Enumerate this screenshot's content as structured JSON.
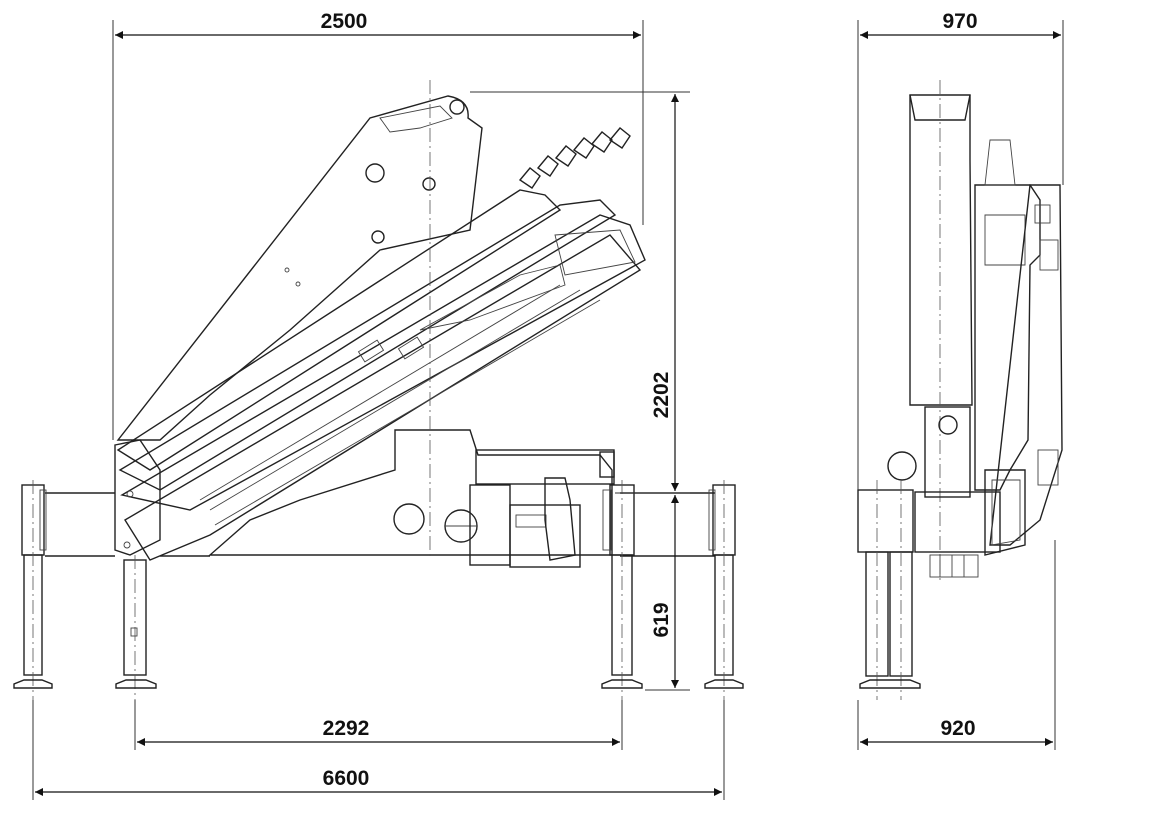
{
  "drawing": {
    "side_view": {
      "dim_overall_width": "2500",
      "dim_height_above_base": "2202",
      "dim_height_below_base": "619",
      "dim_stabilizer_inner": "2292",
      "dim_stabilizer_outer": "6600"
    },
    "end_view": {
      "dim_top_width": "970",
      "dim_base_width": "920"
    }
  }
}
